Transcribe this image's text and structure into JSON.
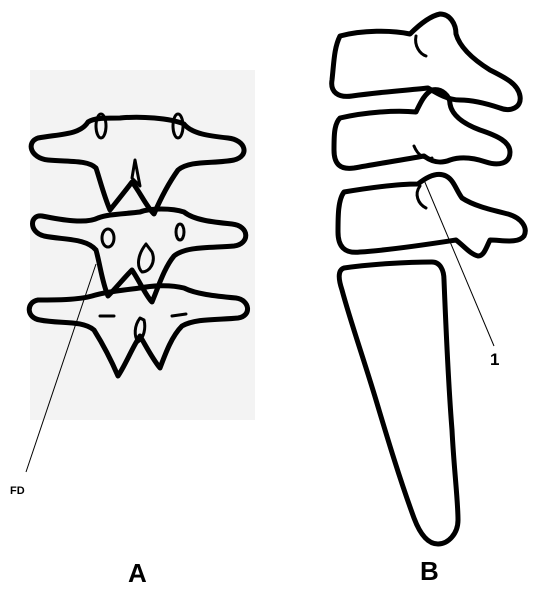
{
  "panels": {
    "a": {
      "label": "A",
      "callout": "FD"
    },
    "b": {
      "label": "B",
      "callout": "1"
    }
  },
  "colors": {
    "ink": "#000000",
    "background": "#ffffff",
    "shadow": "#f2f2f2"
  }
}
